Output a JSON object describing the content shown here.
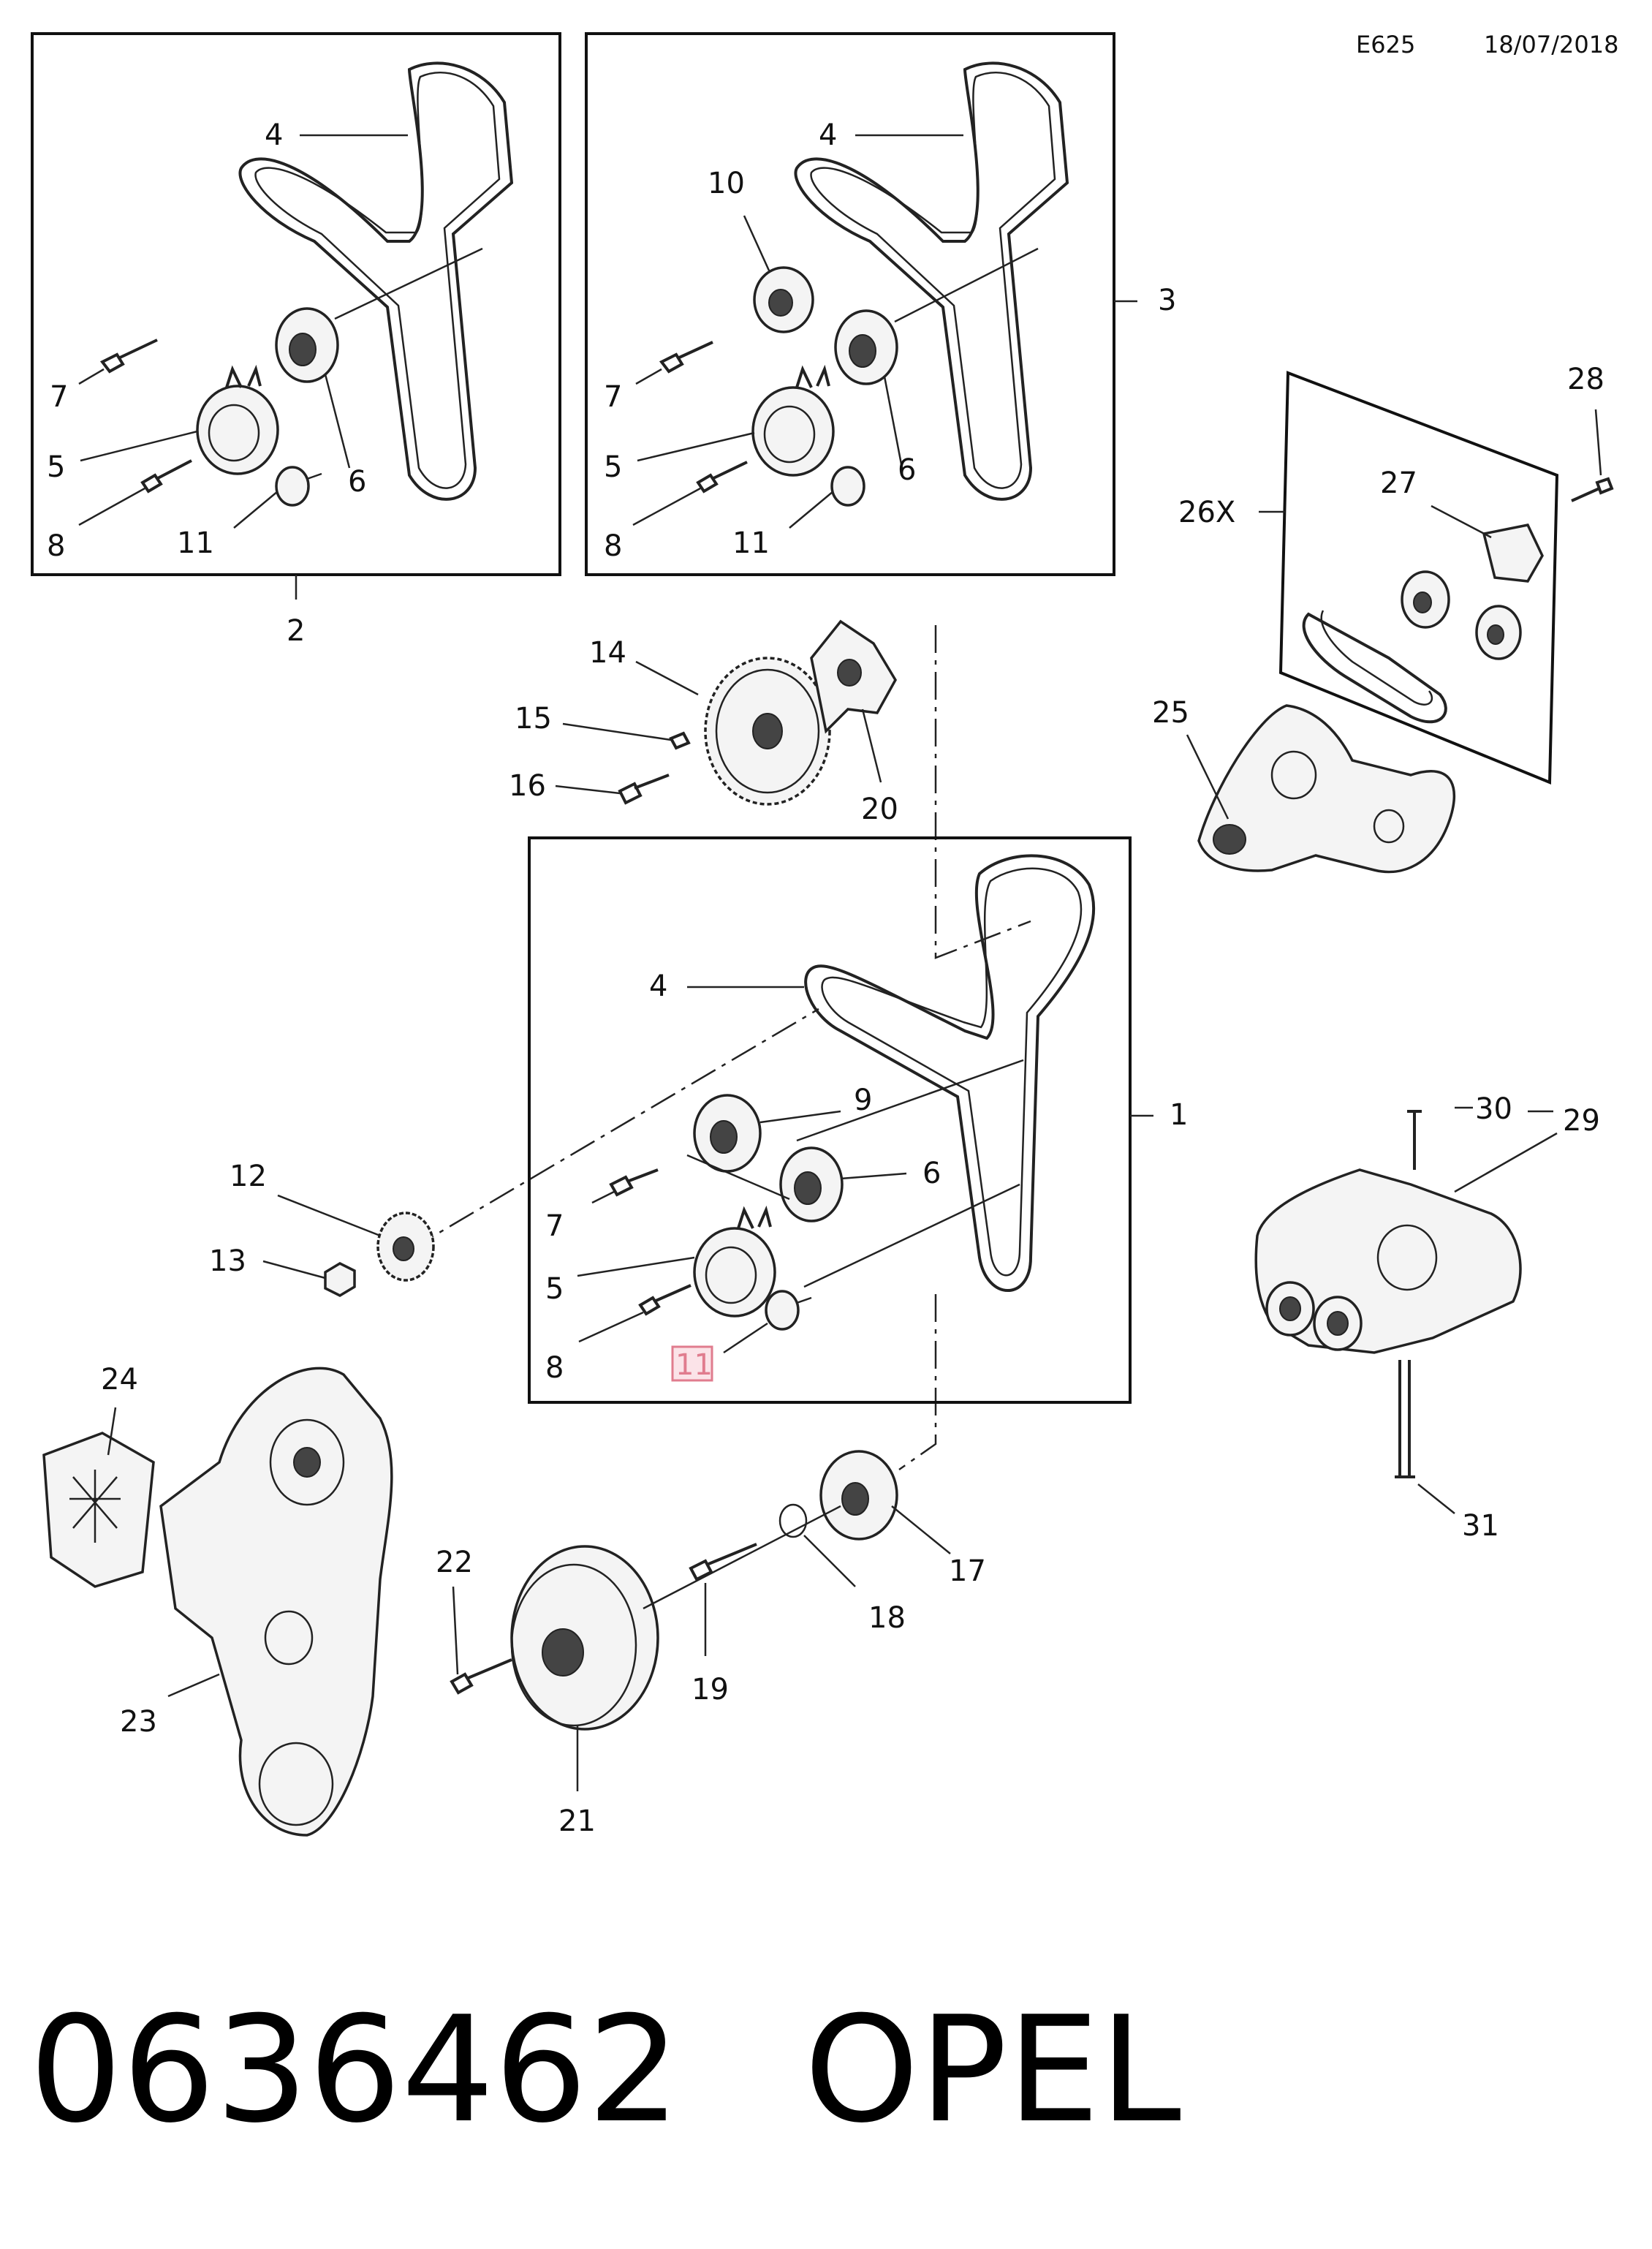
{
  "header": {
    "code": "E625",
    "date": "18/07/2018"
  },
  "footer": {
    "part_number": "0636462",
    "brand": "OPEL"
  },
  "callouts": {
    "c1": "1",
    "c2": "2",
    "c3": "3",
    "c4": "4",
    "c5": "5",
    "c6": "6",
    "c7": "7",
    "c8": "8",
    "c9": "9",
    "c10": "10",
    "c11": "11",
    "c12": "12",
    "c13": "13",
    "c14": "14",
    "c15": "15",
    "c16": "16",
    "c17": "17",
    "c18": "18",
    "c19": "19",
    "c20": "20",
    "c21": "21",
    "c22": "22",
    "c23": "23",
    "c24": "24",
    "c25": "25",
    "c26x": "26X",
    "c27": "27",
    "c28": "28",
    "c29": "29",
    "c30": "30",
    "c31": "31"
  },
  "highlight": {
    "callout": "11",
    "color": "#e07c8e"
  }
}
